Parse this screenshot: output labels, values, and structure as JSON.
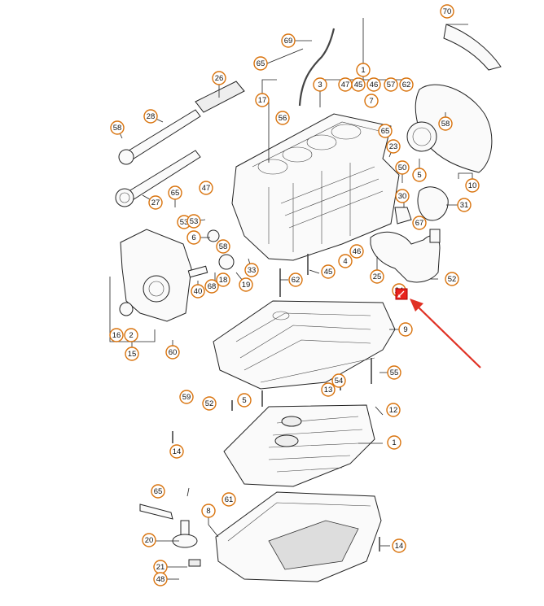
{
  "diagram": {
    "accent_color": "#d9730d",
    "highlight_color": "#e03124",
    "callouts": [
      "70",
      "69",
      "65",
      "1",
      "3",
      "47",
      "45",
      "46",
      "57",
      "62",
      "26",
      "17",
      "7",
      "56",
      "58",
      "28",
      "65",
      "23",
      "58",
      "50",
      "5",
      "10",
      "53",
      "30",
      "27",
      "47",
      "65",
      "31",
      "24",
      "67",
      "53",
      "6",
      "58",
      "46",
      "45",
      "4",
      "33",
      "19",
      "18",
      "68",
      "40",
      "62",
      "25",
      "52",
      "16",
      "2",
      "15",
      "60",
      "9",
      "55",
      "54",
      "13",
      "59",
      "52",
      "5",
      "12",
      "14",
      "1",
      "65",
      "61",
      "8",
      "20",
      "14",
      "21",
      "48"
    ],
    "highlight_icon": "pencil-edit-icon"
  }
}
